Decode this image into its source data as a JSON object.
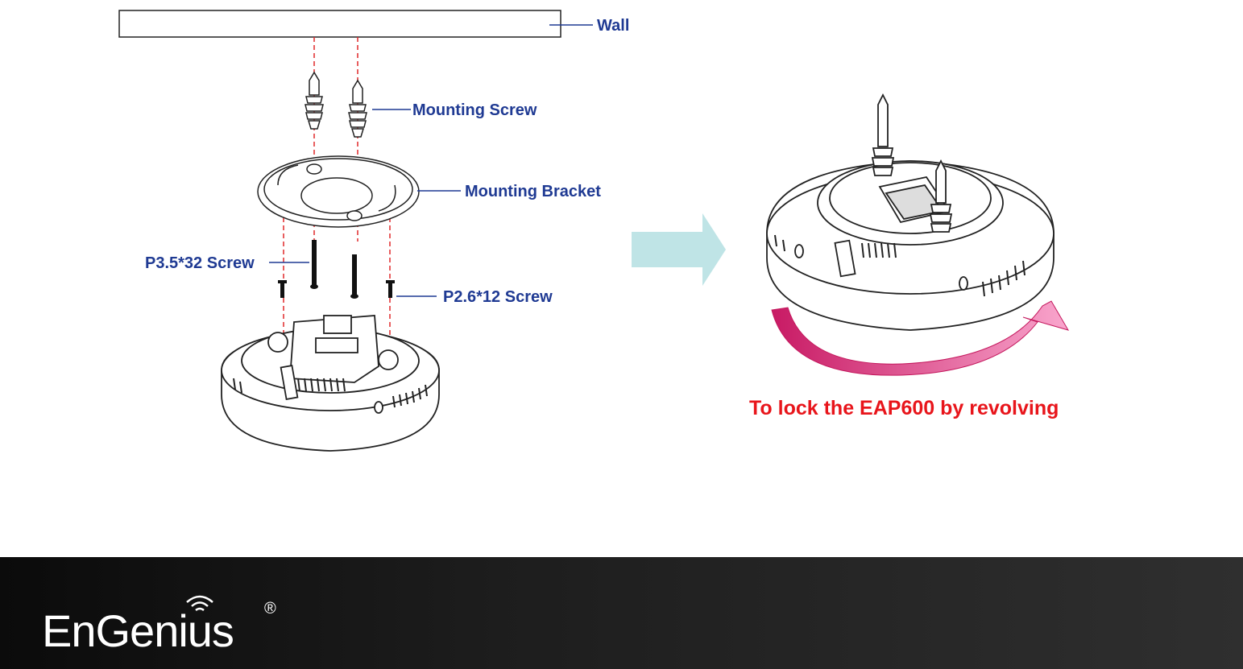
{
  "labels": {
    "wall": "Wall",
    "mounting_screw": "Mounting Screw",
    "mounting_bracket": "Mounting Bracket",
    "p35_screw": "P3.5*32 Screw",
    "p26_screw": "P2.6*12 Screw"
  },
  "caption": "To lock the EAP600 by revolving",
  "footer": {
    "brand": "EnGenius",
    "registered": "®"
  },
  "colors": {
    "label_blue": "#1f3a93",
    "caption_red": "#e8151b",
    "guide_red": "#e0282a",
    "arrow_cyan": "#bfe4e6",
    "rotation_pink": "#e23b84",
    "footer_dark": "#1a1a1a"
  },
  "icons": {
    "direction_arrow": "right-arrow-icon",
    "rotation_arrow": "curved-arrow-icon",
    "wifi": "wifi-icon"
  }
}
